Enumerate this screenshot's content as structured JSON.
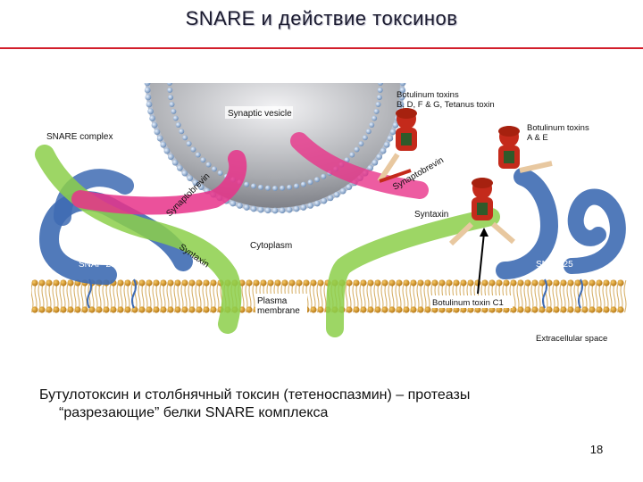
{
  "slide": {
    "title": "SNARE и действие токсинов",
    "caption_line1": "Бутулотоксин и столбнячный токсин (тетеноспазмин) – протеазы",
    "caption_line2": "“разрезающие” белки SNARE комплекса",
    "page_number": "18"
  },
  "diagram": {
    "labels": {
      "synaptic_vesicle": "Synaptic vesicle",
      "snare_complex": "SNARE complex",
      "botox_bdfg_line1": "Botulinum toxins",
      "botox_bdfg_line2": "B, D, F & G, Tetanus toxin",
      "botox_ae_line1": "Botulinum toxins",
      "botox_ae_line2": "A & E",
      "synaptobrevin_a": "Synaptobrevin",
      "synaptobrevin_b": "Synaptobrevin",
      "syntaxin_a": "Syntaxin",
      "syntaxin_b": "Syntaxin",
      "cytoplasm": "Cytoplasm",
      "snap25_left": "SNAP-25",
      "snap25_right": "SNAP-25",
      "plasma_membrane_line1": "Plasma",
      "plasma_membrane_line2": "membrane",
      "botox_c1": "Botulinum toxin C1",
      "extracellular": "Extracellular space"
    },
    "colors": {
      "synaptobrevin": "#e8338a",
      "syntaxin": "#8ccf4a",
      "snap25": "#3e6bb3",
      "lipid_head": "#d99a2b",
      "vesicle": "#9a9ca3",
      "toxin_suit": "#c42a1b",
      "toxin_skin": "#2f5a2a"
    },
    "icons": [
      "scissors-figure-icon",
      "chainsaw-icon",
      "arrow-icon"
    ]
  }
}
